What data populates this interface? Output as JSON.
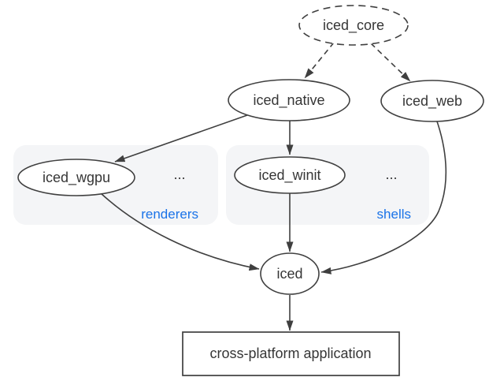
{
  "colors": {
    "background": "#ffffff",
    "stroke": "#3f3f3f",
    "node_text": "#363636",
    "group_fill": "#f4f5f7",
    "group_label": "#1a73e8"
  },
  "nodes": {
    "iced_core": {
      "label": "iced_core",
      "shape": "dashed-ellipse"
    },
    "iced_native": {
      "label": "iced_native",
      "shape": "ellipse"
    },
    "iced_web": {
      "label": "iced_web",
      "shape": "ellipse"
    },
    "iced_wgpu": {
      "label": "iced_wgpu",
      "shape": "ellipse"
    },
    "iced_winit": {
      "label": "iced_winit",
      "shape": "ellipse"
    },
    "iced": {
      "label": "iced",
      "shape": "ellipse"
    },
    "application": {
      "label": "cross-platform application",
      "shape": "rect"
    }
  },
  "groups": {
    "renderers": {
      "label": "renderers",
      "ellipsis": "...",
      "members": [
        "iced_wgpu"
      ]
    },
    "shells": {
      "label": "shells",
      "ellipsis": "...",
      "members": [
        "iced_winit"
      ]
    }
  },
  "edges": [
    {
      "from": "iced_core",
      "to": "iced_native",
      "style": "dashed"
    },
    {
      "from": "iced_core",
      "to": "iced_web",
      "style": "dashed"
    },
    {
      "from": "iced_native",
      "to": "iced_wgpu",
      "style": "solid"
    },
    {
      "from": "iced_native",
      "to": "iced_winit",
      "style": "solid"
    },
    {
      "from": "iced_winit",
      "to": "iced",
      "style": "solid"
    },
    {
      "from": "iced_wgpu",
      "to": "iced",
      "style": "solid"
    },
    {
      "from": "iced_web",
      "to": "iced",
      "style": "solid"
    },
    {
      "from": "iced",
      "to": "application",
      "style": "solid"
    }
  ]
}
